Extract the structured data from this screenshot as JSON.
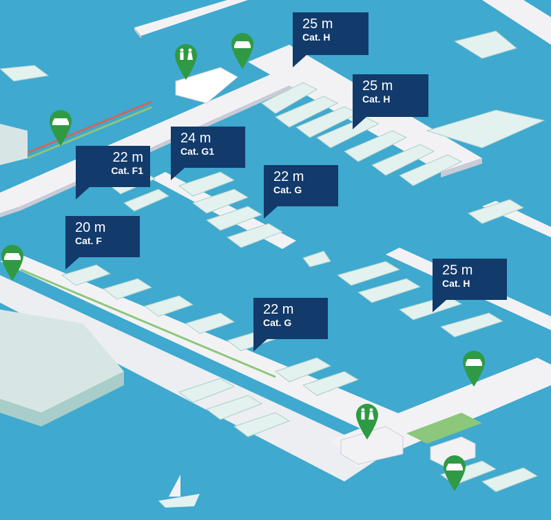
{
  "colors": {
    "water": "#3fa9cf",
    "pier": "#f2f2f5",
    "pier_shadow": "#c9cbd6",
    "boat": "#e3f1ef",
    "boat_shadow": "#a9cdc9",
    "callout": "#123a6b",
    "pin": "#2f9a43",
    "lawn": "#8cc77b",
    "rail_red": "#d0665a"
  },
  "callouts": [
    {
      "length": "25 m",
      "category": "Cat. H"
    },
    {
      "length": "25 m",
      "category": "Cat. H"
    },
    {
      "length": "24 m",
      "category": "Cat. G1"
    },
    {
      "length": "22 m",
      "category": "Cat. F1"
    },
    {
      "length": "22 m",
      "category": "Cat. G"
    },
    {
      "length": "20 m",
      "category": "Cat. F"
    },
    {
      "length": "25 m",
      "category": "Cat. H"
    },
    {
      "length": "22 m",
      "category": "Cat. G"
    }
  ],
  "pins": [
    {
      "icon": "toilets-icon"
    },
    {
      "icon": "car-icon"
    },
    {
      "icon": "car-icon"
    },
    {
      "icon": "car-icon"
    },
    {
      "icon": "car-icon"
    },
    {
      "icon": "toilets-icon"
    },
    {
      "icon": "car-icon"
    }
  ]
}
